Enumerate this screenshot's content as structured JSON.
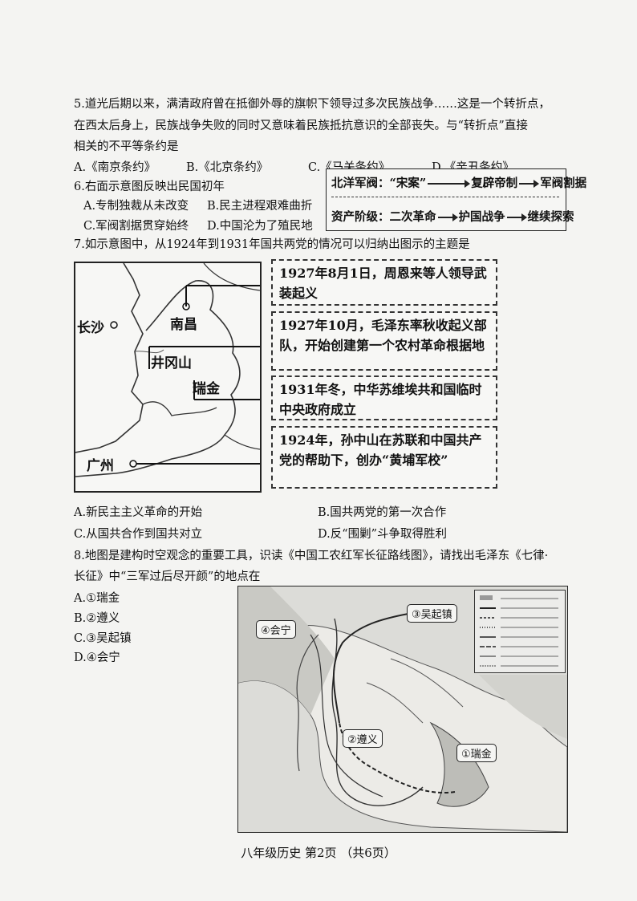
{
  "q5": {
    "line1": "5.道光后期以来，满清政府曾在抵御外辱的旗帜下领导过多次民族战争……这是一个转折点，",
    "line2": "在西太后身上，民族战争失败的同时又意味着民族抵抗意识的全部丧失。与“转折点”直接",
    "line3": "相关的不平等条约是",
    "options": [
      "A.《南京条约》",
      "B.《北京条约》",
      "C.《马关条约》",
      "D.《辛丑条约》"
    ]
  },
  "q6": {
    "stem": "6.右面示意图反映出民国初年",
    "options": [
      "A.专制独裁从未改变",
      "B.民主进程艰难曲折",
      "C.军阀割据贯穿始终",
      "D.中国沦为了殖民地"
    ],
    "diagram": {
      "row1": [
        "北洋军阀：“宋案”",
        "复辟帝制",
        "军阀割据"
      ],
      "row2": [
        "资产阶级：二次革命",
        "护国战争",
        "继续探索"
      ]
    }
  },
  "q7": {
    "stem": "7.如示意图中，从1924年到1931年国共两党的情况可以归纳出图示的主题是",
    "cities": [
      "南昌",
      "长沙",
      "井冈山",
      "瑞金",
      "广州"
    ],
    "boxes": [
      "1927年8月1日，周恩来等人领导武装起义",
      "1927年10月，毛泽东率秋收起义部队，开始创建第一个农村革命根据地",
      "1931年冬，中华苏维埃共和国临时中央政府成立",
      "1924年，孙中山在苏联和中国共产党的帮助下，创办“黄埔军校”"
    ],
    "options": [
      "A.新民主主义革命的开始",
      "B.国共两党的第一次合作",
      "C.从国共合作到国共对立",
      "D.反“围剿”斗争取得胜利"
    ]
  },
  "q8": {
    "line1": "8.地图是建构时空观念的重要工具，识读《中国工农红军长征路线图》，请找出毛泽东《七律·",
    "line2": "长征》中“三军过后尽开颜”的地点在",
    "options": [
      "A.①瑞金",
      "B.②遵义",
      "C.③吴起镇",
      "D.④会宁"
    ],
    "map_labels": [
      "③吴起镇",
      "④会宁",
      "②遵义",
      "①瑞金"
    ]
  },
  "footer": "八年级历史  第2页  （共6页）"
}
